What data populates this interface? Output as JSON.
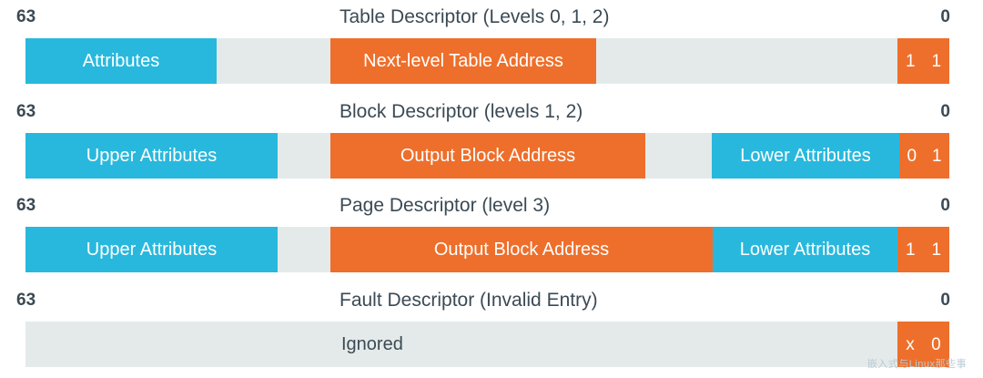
{
  "colors": {
    "cyan": "#29b8dd",
    "orange": "#ee6f2b",
    "track_gray": "#e4eaea",
    "text_dark": "#3b4a54",
    "background": "#ffffff",
    "watermark": "#b9cbd6"
  },
  "bit_labels": {
    "high": "63",
    "low": "0"
  },
  "rows": [
    {
      "title": "Table Descriptor (Levels 0, 1, 2)",
      "fields": [
        {
          "label": "Attributes",
          "color": "cyan"
        },
        {
          "label": "Next-level Table Address",
          "color": "orange"
        }
      ],
      "bits": [
        "1",
        "1"
      ]
    },
    {
      "title": "Block Descriptor (levels 1, 2)",
      "fields": [
        {
          "label": "Upper Attributes",
          "color": "cyan"
        },
        {
          "label": "Output Block Address",
          "color": "orange"
        },
        {
          "label": "Lower Attributes",
          "color": "cyan"
        }
      ],
      "bits": [
        "0",
        "1"
      ]
    },
    {
      "title": "Page Descriptor (level 3)",
      "fields": [
        {
          "label": "Upper Attributes",
          "color": "cyan"
        },
        {
          "label": "Output Block Address",
          "color": "orange"
        },
        {
          "label": "Lower Attributes",
          "color": "cyan"
        }
      ],
      "bits": [
        "1",
        "1"
      ]
    },
    {
      "title": "Fault Descriptor (Invalid Entry)",
      "fields": [
        {
          "label": "Ignored",
          "color": "gray"
        }
      ],
      "bits": [
        "x",
        "0"
      ]
    }
  ],
  "watermark": "嵌入式与Linux那些事"
}
